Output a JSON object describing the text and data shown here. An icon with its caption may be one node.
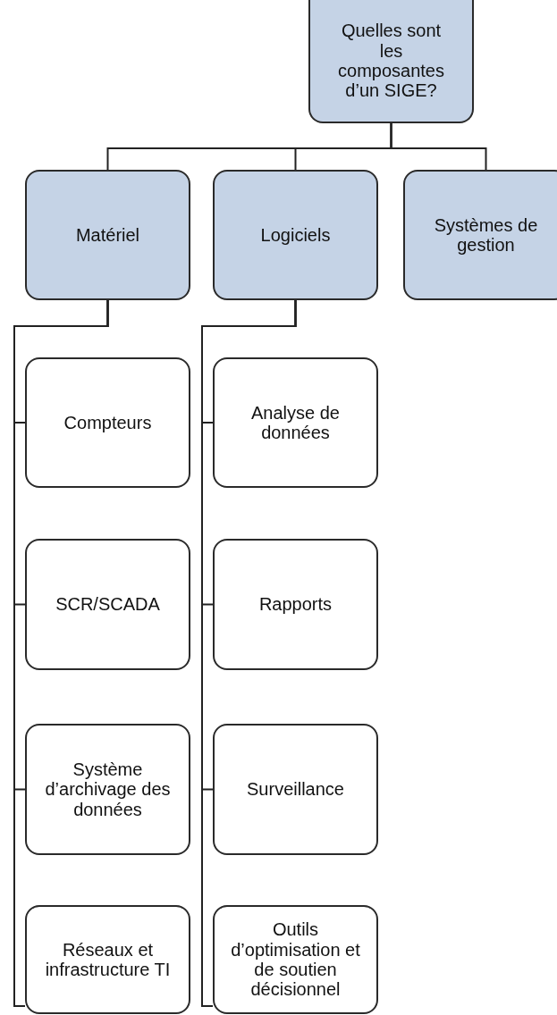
{
  "diagram": {
    "nodes": [
      {
        "text": [
          "Quelles sont les composantes d’un SIGE?"
        ]
      },
      {
        "text": [
          "Matériel"
        ]
      },
      {
        "text": [
          "Logiciels"
        ]
      },
      {
        "text": [
          "Systèmes de gestion"
        ]
      },
      {
        "text": [
          "Compteurs"
        ]
      },
      {
        "text": [
          "SCR/SCADA"
        ]
      },
      {
        "text": [
          "Système d’archivage des données"
        ]
      },
      {
        "text": [
          "Réseaux et infrastructure TI"
        ]
      },
      {
        "text": [
          "Analyse de données"
        ]
      },
      {
        "text": [
          "Rapports"
        ]
      },
      {
        "text": [
          "Surveillance"
        ]
      },
      {
        "text": [
          "Outils d’optimisation et de soutien décisionnel"
        ]
      }
    ],
    "edges": [
      {
        "from": 0,
        "to": 1,
        "arrow": "none"
      },
      {
        "from": 0,
        "to": 2,
        "arrow": "none"
      },
      {
        "from": 0,
        "to": 3,
        "arrow": "none"
      },
      {
        "from": 1,
        "to": 4,
        "arrow": "none"
      },
      {
        "from": 1,
        "to": 5,
        "arrow": "none"
      },
      {
        "from": 1,
        "to": 6,
        "arrow": "none"
      },
      {
        "from": 1,
        "to": 7,
        "arrow": "none"
      },
      {
        "from": 2,
        "to": 8,
        "arrow": "none"
      },
      {
        "from": 2,
        "to": 9,
        "arrow": "none"
      },
      {
        "from": 2,
        "to": 10,
        "arrow": "none"
      },
      {
        "from": 2,
        "to": 11,
        "arrow": "none"
      }
    ]
  }
}
